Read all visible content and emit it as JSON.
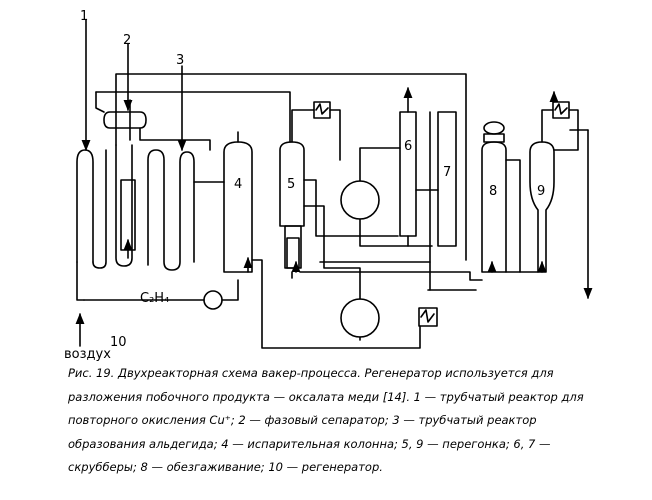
{
  "figure": {
    "labels": {
      "n1": "1",
      "n2": "2",
      "n3": "3",
      "n4": "4",
      "n5": "5",
      "n6": "6",
      "n7": "7",
      "n8": "8",
      "n9": "9",
      "n10": "10",
      "ethylene": "C₂H₄",
      "air": "воздух"
    }
  },
  "caption": {
    "lines": [
      "Рис. 19. Двухреакторная схема вакер-процесса. Регенератор используется для",
      "разложения побочного продукта — оксалата меди [14]. 1 — трубчатый реактор для",
      "повторного окисления Cu⁺; 2 — фазовый сепаратор; 3 — трубчатый реактор",
      "образования альдегида; 4 — испарительная колонна; 5, 9 — перегонка; 6, 7 —",
      "скрубберы; 8 — обезгаживание; 10 — регенератор."
    ]
  }
}
